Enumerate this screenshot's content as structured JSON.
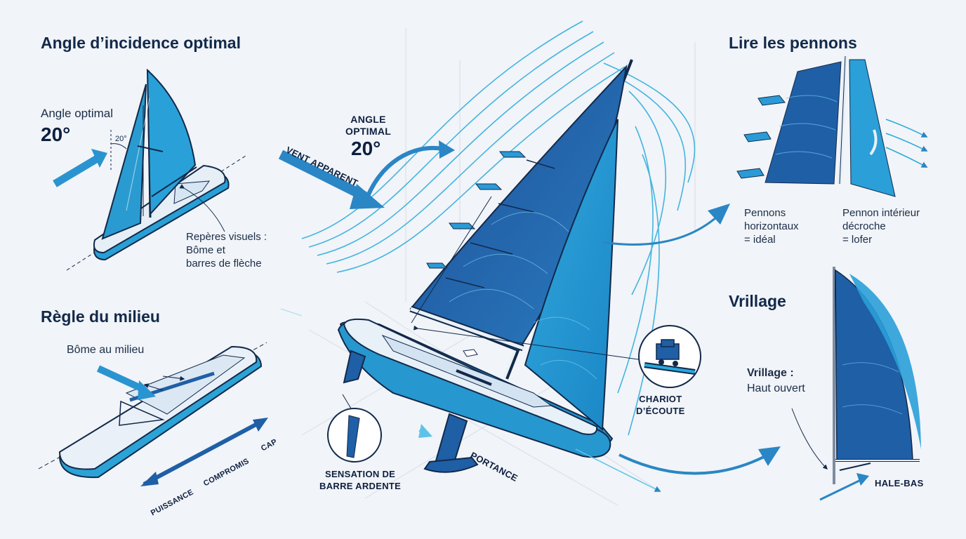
{
  "sections": {
    "incidence": {
      "title": "Angle d’incidence optimal",
      "label": "Angle optimal",
      "value": "20°",
      "small_angle": "20°",
      "note": "Repères visuels :\nBôme et\nbarres de flèche"
    },
    "milieu": {
      "title": "Règle du milieu",
      "boom_label": "Bôme au milieu",
      "scale": [
        "PUISSANCE",
        "COMPROMIS",
        "CAP"
      ]
    },
    "main": {
      "wind_label": "VENT APPARENT",
      "angle_label": "ANGLE\nOPTIMAL",
      "angle_value": "20°",
      "traveller_label": "CHARIOT\nD’ÉCOUTE",
      "helm_label": "SENSATION DE\nBARRE ARDENTE",
      "lift_label": "PORTANCE"
    },
    "pennons": {
      "title": "Lire les pennons",
      "left_label": "Pennons\nhorizontaux\n= idéal",
      "right_label": "Pennon intérieur\ndécroche\n= lofer"
    },
    "vrillage": {
      "title": "Vrillage",
      "label_bold": "Vrillage :",
      "label": "Haut ouvert",
      "vang_label": "HALE-BAS"
    }
  },
  "colors": {
    "background": "#f1f4f8",
    "navy": "#12294a",
    "dark_blue": "#1f5fa6",
    "mid_blue": "#2a86c4",
    "cyan": "#27a4d4",
    "light_blue": "#d9ebf6"
  }
}
